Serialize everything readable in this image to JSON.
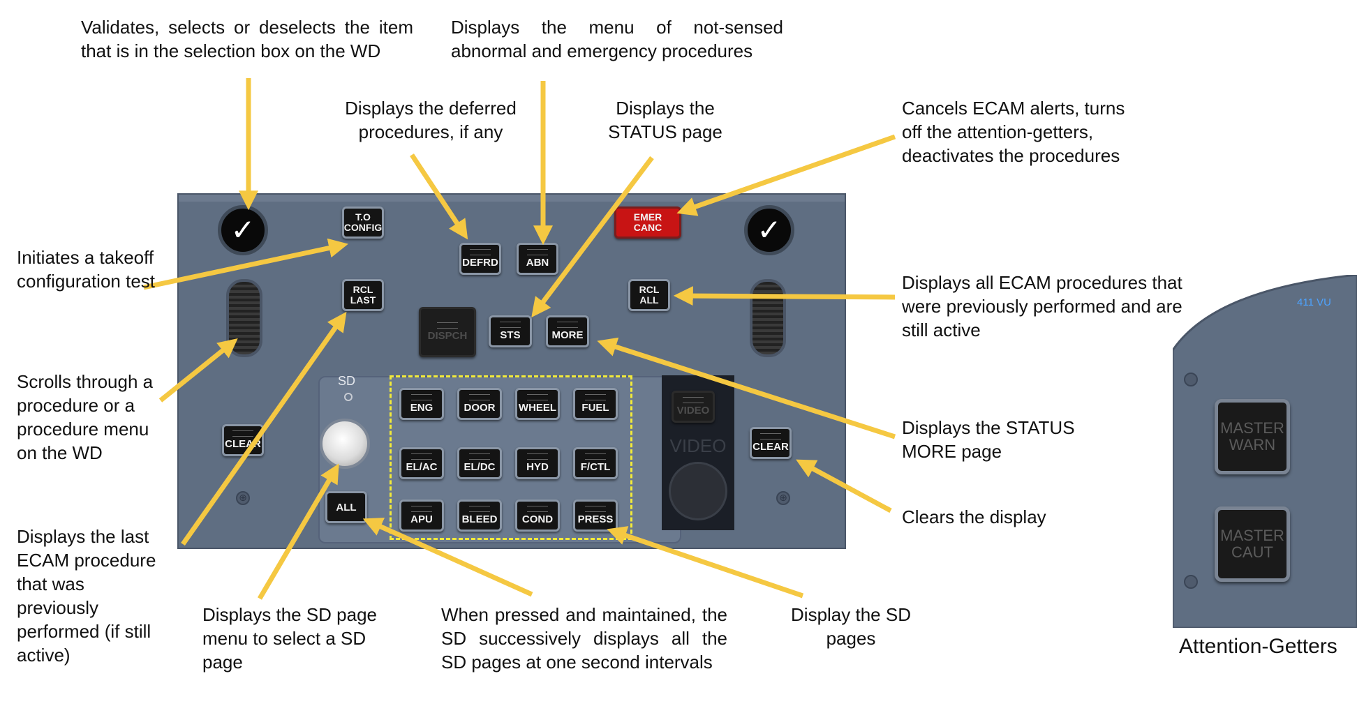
{
  "annotations": {
    "validate": "Validates, selects or deselects the item that is in the selection box on the WD",
    "abn_menu": "Displays the menu of not-sensed abnormal and emergency procedures",
    "deferred": "Displays the deferred procedures, if any",
    "status": "Displays the STATUS page",
    "cancel": "Cancels ECAM alerts, turns off the attention-getters, deactivates the procedures",
    "takeoff": "Initiates a takeoff configuration test",
    "scroll": "Scrolls through a procedure or a procedure menu on the WD",
    "recall_all": "Displays all ECAM procedures that were previously performed and are still active",
    "status_more": "Displays the STATUS MORE page",
    "clear": "Clears the display",
    "recall_last": "Displays the last ECAM procedure that was previously performed (if still active)",
    "sd_menu": "Displays the SD page menu to select a SD page",
    "all": "When pressed and maintained, the SD successively displays all the SD pages at one second intervals",
    "sd_pages": "Display the SD pages",
    "attention_getters": "Attention-Getters"
  },
  "panel": {
    "check_symbol": "✓",
    "to_config": [
      "T.O",
      "CONFIG"
    ],
    "defrd": "DEFRD",
    "abn": "ABN",
    "emer_canc": [
      "EMER",
      "CANC"
    ],
    "rcl_last": [
      "RCL",
      "LAST"
    ],
    "rcl_all": [
      "RCL",
      "ALL"
    ],
    "dispch": "DISPCH",
    "sts": "STS",
    "more": "MORE",
    "sd_label": "SD",
    "clear_left": "CLEAR",
    "clear_right": "CLEAR",
    "all": "ALL",
    "video_btn": "VIDEO",
    "video_label": "VIDEO",
    "sd_pages": [
      "ENG",
      "DOOR",
      "WHEEL",
      "FUEL",
      "EL/AC",
      "EL/DC",
      "HYD",
      "F/CTL",
      "APU",
      "BLEED",
      "COND",
      "PRESS"
    ]
  },
  "attention_panel": {
    "panel_id": "411 VU",
    "master_warn": "MASTER\nWARN",
    "master_caut": "MASTER\nCAUT"
  },
  "colors": {
    "arrow": "#f5c842",
    "panel": "#5f6e82",
    "dashed": "#f2ea3a",
    "emer": "#c81414"
  }
}
